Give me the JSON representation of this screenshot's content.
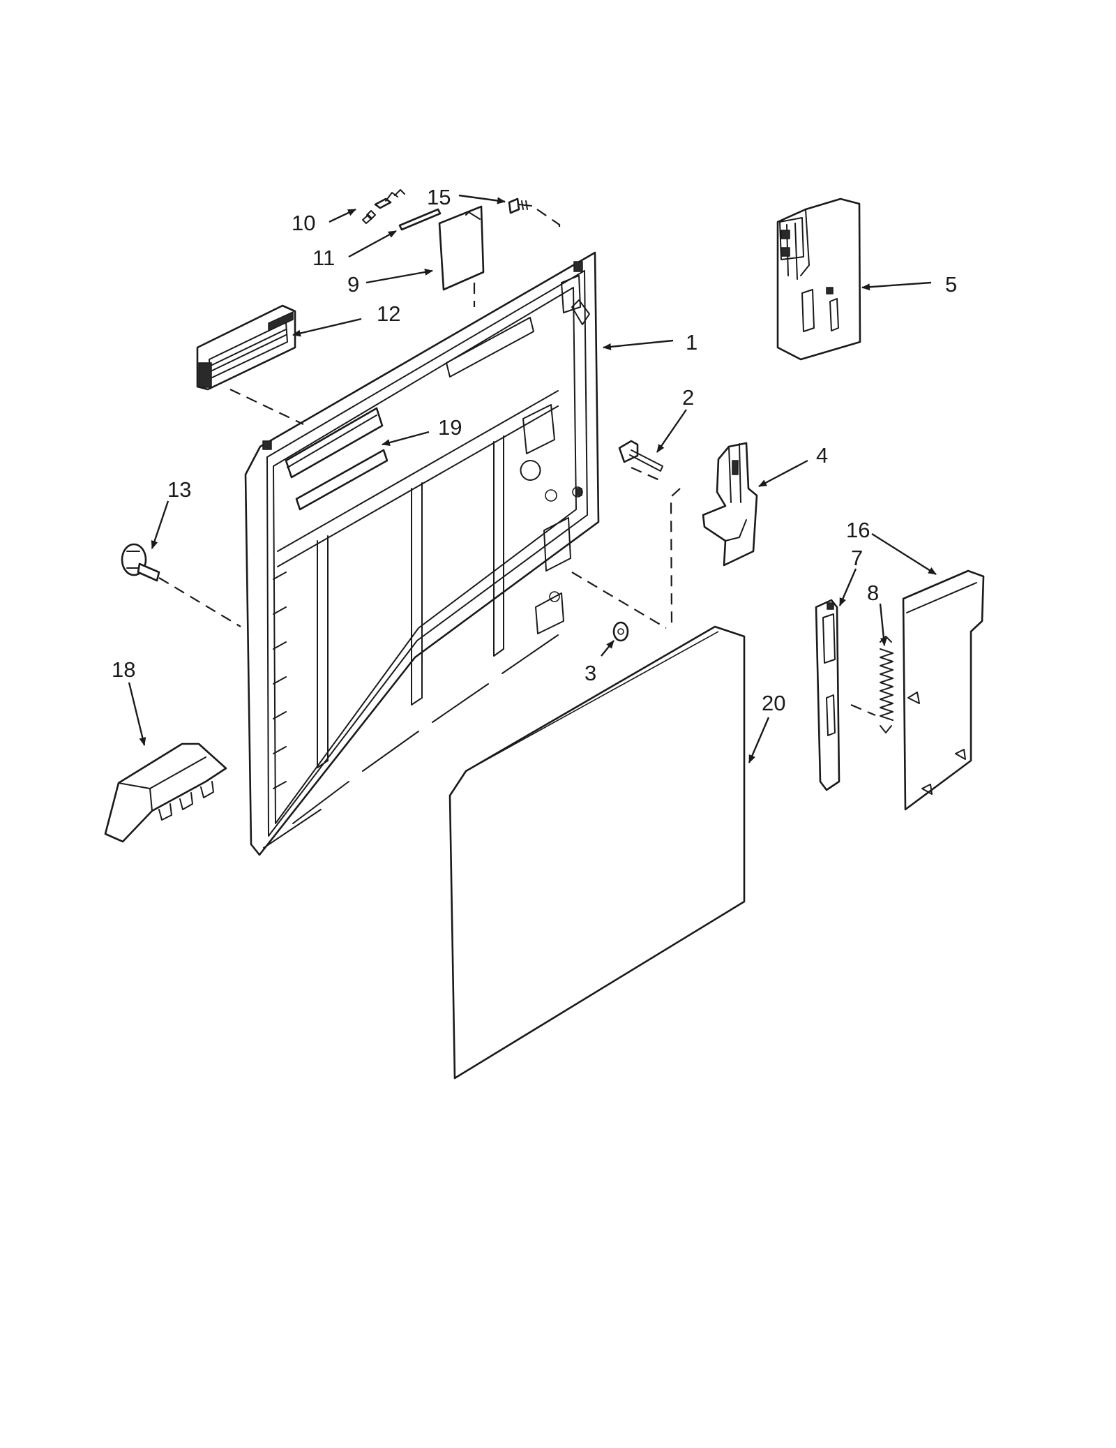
{
  "callouts": {
    "c1": "1",
    "c2": "2",
    "c3": "3",
    "c4": "4",
    "c5": "5",
    "c7": "7",
    "c8": "8",
    "c9": "9",
    "c10": "10",
    "c11": "11",
    "c12": "12",
    "c13": "13",
    "c15": "15",
    "c16": "16",
    "c18": "18",
    "c19": "19",
    "c20": "20"
  }
}
